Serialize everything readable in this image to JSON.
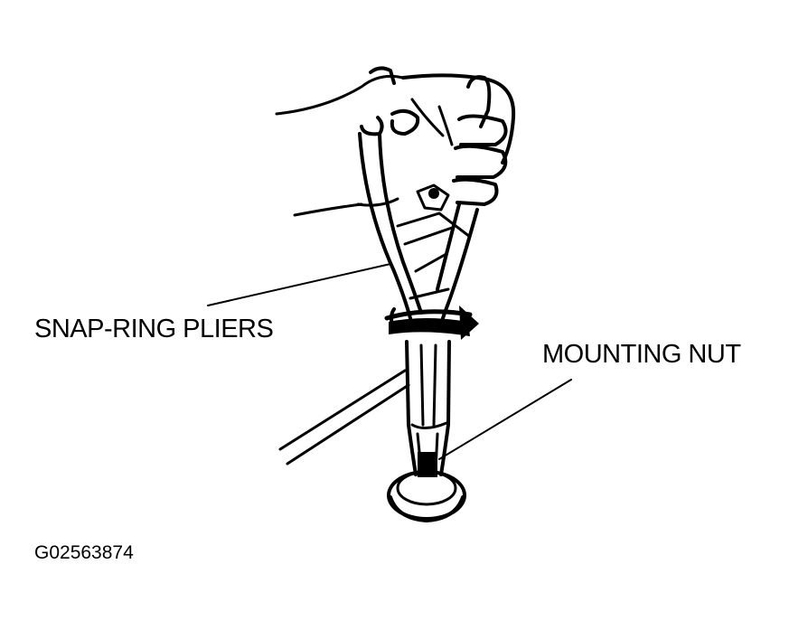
{
  "labels": {
    "snap_ring_pliers": "SNAP-RING PLIERS",
    "mounting_nut": "MOUNTING NUT",
    "figure_id": "G02563874"
  },
  "colors": {
    "ink": "#000000",
    "background": "#ffffff"
  }
}
